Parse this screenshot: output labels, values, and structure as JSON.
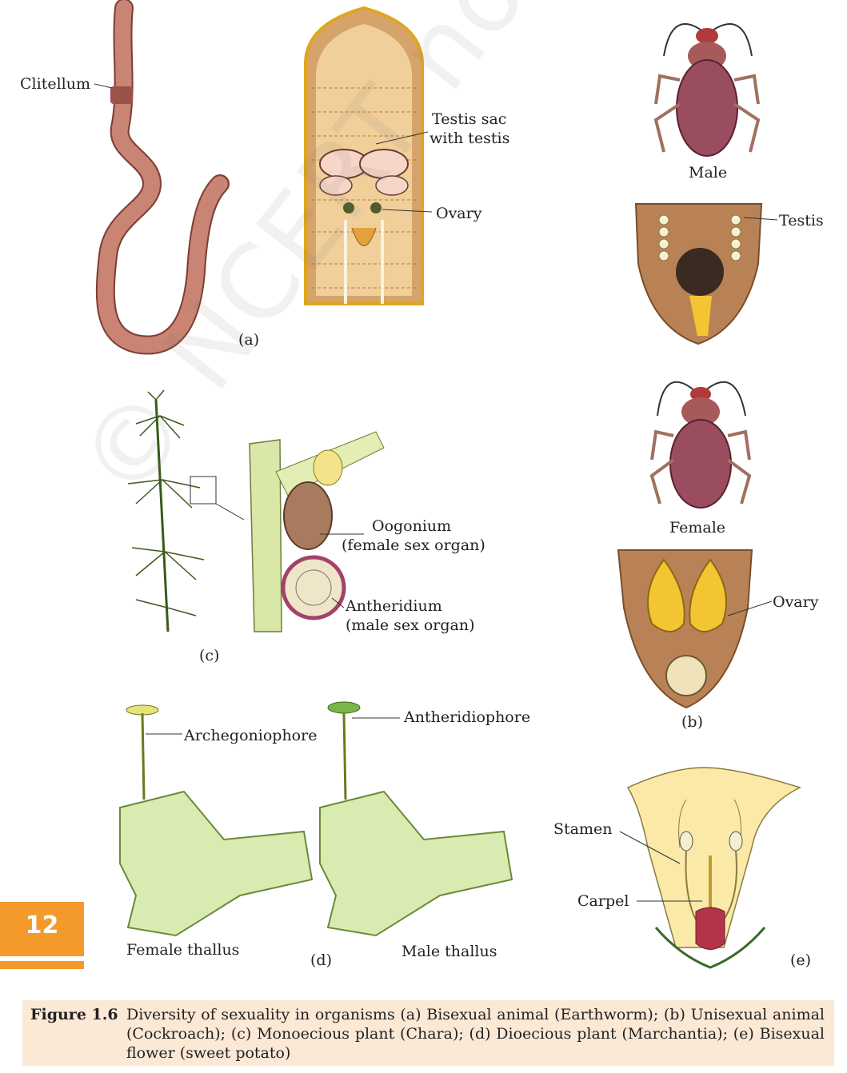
{
  "labels": {
    "clitellum": "Clitellum",
    "testis_sac_line1": "Testis sac",
    "testis_sac_line2": "with testis",
    "ovary_earthworm": "Ovary",
    "panel_a": "(a)",
    "male": "Male",
    "testis": "Testis",
    "female": "Female",
    "ovary_cockroach": "Ovary",
    "panel_b": "(b)",
    "oogonium_line1": "Oogonium",
    "oogonium_line2": "(female sex organ)",
    "antheridium_line1": "Antheridium",
    "antheridium_line2": "(male sex organ)",
    "panel_c": "(c)",
    "archegoniophore": "Archegoniophore",
    "antheridiophore": "Antheridiophore",
    "female_thallus": "Female thallus",
    "male_thallus": "Male thallus",
    "panel_d": "(d)",
    "stamen": "Stamen",
    "carpel": "Carpel",
    "panel_e": "(e)"
  },
  "watermark": "© NCERT not to be republished",
  "page_number": "12",
  "caption": {
    "label": "Figure 1.6",
    "text": "Diversity of sexuality in organisms (a) Bisexual animal (Earthworm); (b) Unisexual animal (Cockroach); (c) Monoecious plant (Chara); (d) Dioecious plant (Marchantia); (e) Bisexual flower (sweet potato)"
  },
  "colors": {
    "accent_orange": "#f39a2b",
    "caption_bg": "#fbe9d6",
    "earthworm": "#b56a5c",
    "cockroach": "#8a3a44",
    "plant_green": "#cfe3a6"
  }
}
